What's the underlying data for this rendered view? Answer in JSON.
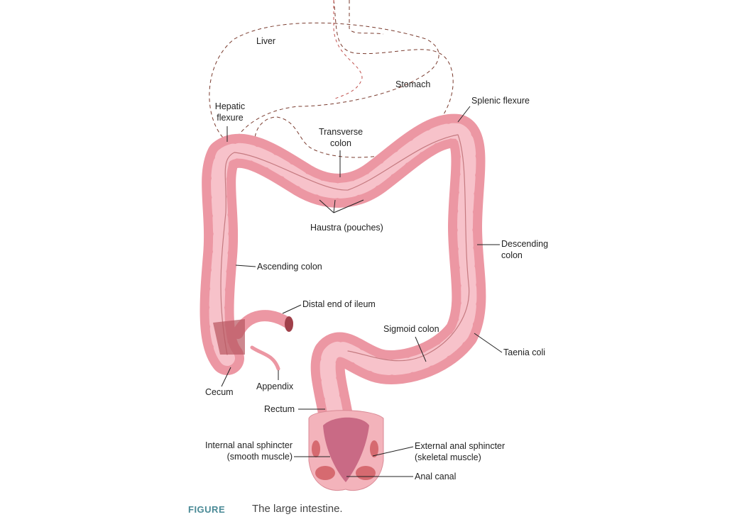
{
  "labels": {
    "liver": "Liver",
    "stomach": "Stomach",
    "hepatic_flexure": [
      "Hepatic",
      "flexure"
    ],
    "splenic_flexure": "Splenic flexure",
    "transverse_colon": [
      "Transverse",
      "colon"
    ],
    "haustra": "Haustra (pouches)",
    "descending_colon": [
      "Descending",
      "colon"
    ],
    "ascending_colon": "Ascending colon",
    "distal_ileum": "Distal end of ileum",
    "sigmoid_colon": "Sigmoid colon",
    "taenia_coli": "Taenia coli",
    "appendix": "Appendix",
    "cecum": "Cecum",
    "rectum": "Rectum",
    "internal_sphincter": [
      "Internal anal sphincter",
      "(smooth muscle)"
    ],
    "external_sphincter": [
      "External anal sphincter",
      "(skeletal muscle)"
    ],
    "anal_canal": "Anal canal"
  },
  "caption": {
    "tag": "FIGURE",
    "text": "The large intestine."
  },
  "colors": {
    "tissue": "#f0a0ab",
    "tissue_light": "#f8c8cf",
    "outline": "#8b3a3a",
    "caption_tag": "#4a8a96"
  }
}
